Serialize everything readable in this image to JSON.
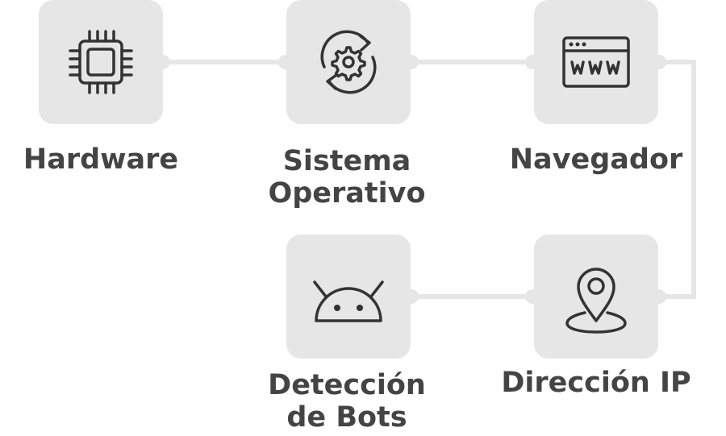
{
  "steps": [
    {
      "id": "hardware",
      "icon": "cpu-chip-icon",
      "label": [
        "Hardware"
      ]
    },
    {
      "id": "os",
      "icon": "gear-sync-icon",
      "label": [
        "Sistema",
        "Operativo"
      ]
    },
    {
      "id": "browser",
      "icon": "browser-www-icon",
      "label": [
        "Navegador"
      ]
    },
    {
      "id": "ip",
      "icon": "map-pin-icon",
      "label": [
        "Dirección IP"
      ]
    },
    {
      "id": "bots",
      "icon": "android-robot-icon",
      "label": [
        "Detección",
        "de Bots"
      ]
    }
  ],
  "colors": {
    "box": "#e6e6e6",
    "line": "#e6e6e6",
    "icon": "#333333",
    "text": "#444444"
  }
}
